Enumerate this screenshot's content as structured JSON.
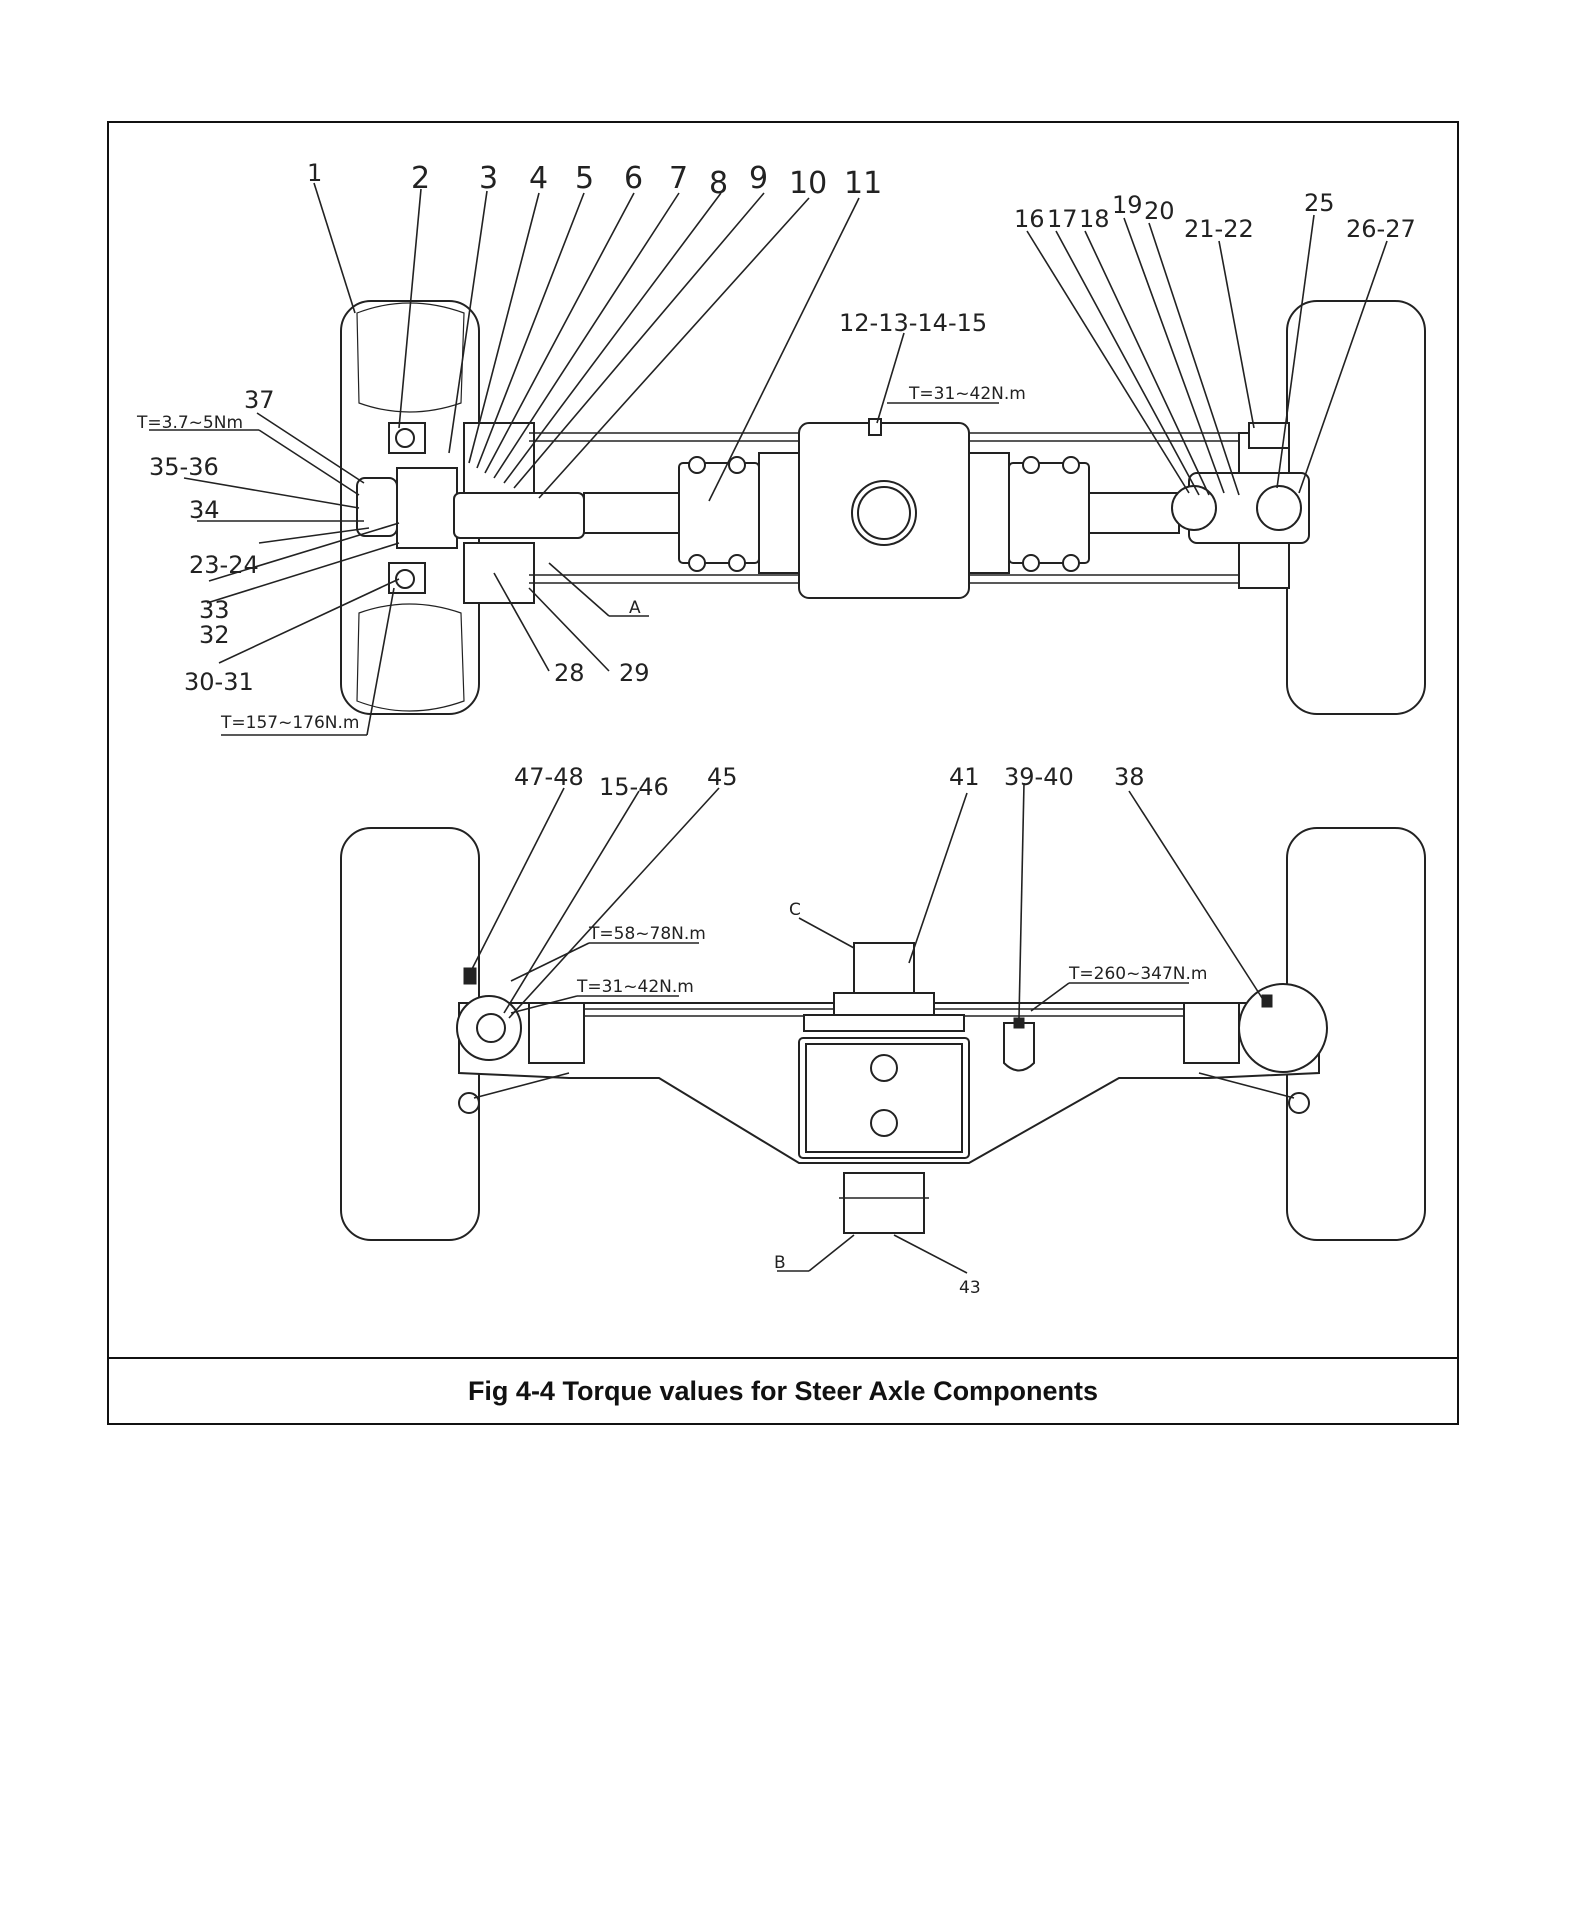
{
  "figure": {
    "caption": "Fig 4-4 Torque values for Steer Axle Components"
  },
  "top_view": {
    "callouts": [
      {
        "id": "c1",
        "text": "1"
      },
      {
        "id": "c2",
        "text": "2"
      },
      {
        "id": "c3",
        "text": "3"
      },
      {
        "id": "c4",
        "text": "4"
      },
      {
        "id": "c5",
        "text": "5"
      },
      {
        "id": "c6",
        "text": "6"
      },
      {
        "id": "c7",
        "text": "7"
      },
      {
        "id": "c8",
        "text": "8"
      },
      {
        "id": "c9",
        "text": "9"
      },
      {
        "id": "c10",
        "text": "10"
      },
      {
        "id": "c11",
        "text": "11"
      },
      {
        "id": "c12",
        "text": "12-13-14-15"
      },
      {
        "id": "c16",
        "text": "16"
      },
      {
        "id": "c17",
        "text": "17"
      },
      {
        "id": "c18",
        "text": "18"
      },
      {
        "id": "c19",
        "text": "19"
      },
      {
        "id": "c20",
        "text": "20"
      },
      {
        "id": "c21",
        "text": "21-22"
      },
      {
        "id": "c25",
        "text": "25"
      },
      {
        "id": "c26",
        "text": "26-27"
      },
      {
        "id": "c37",
        "text": "37"
      },
      {
        "id": "c35",
        "text": "35-36"
      },
      {
        "id": "c34",
        "text": "34"
      },
      {
        "id": "c23",
        "text": "23-24"
      },
      {
        "id": "c33",
        "text": "33"
      },
      {
        "id": "c32",
        "text": "32"
      },
      {
        "id": "c30",
        "text": "30-31"
      },
      {
        "id": "c28",
        "text": "28"
      },
      {
        "id": "c29",
        "text": "29"
      },
      {
        "id": "cA",
        "text": "A"
      }
    ],
    "torques": [
      {
        "id": "t1",
        "text": "T=3.7~5Nm"
      },
      {
        "id": "t2",
        "text": "T=31~42N.m"
      },
      {
        "id": "t3",
        "text": "T=157~176N.m"
      }
    ]
  },
  "bottom_view": {
    "callouts": [
      {
        "id": "c47",
        "text": "47-48"
      },
      {
        "id": "c15",
        "text": "15-46"
      },
      {
        "id": "c45",
        "text": "45"
      },
      {
        "id": "c41",
        "text": "41"
      },
      {
        "id": "c39",
        "text": "39-40"
      },
      {
        "id": "c38",
        "text": "38"
      },
      {
        "id": "cC",
        "text": "C"
      },
      {
        "id": "cB",
        "text": "B"
      },
      {
        "id": "c43",
        "text": "43"
      }
    ],
    "torques": [
      {
        "id": "t4",
        "text": "T=58~78N.m"
      },
      {
        "id": "t5",
        "text": "T=31~42N.m"
      },
      {
        "id": "t6",
        "text": "T=260~347N.m"
      }
    ]
  }
}
